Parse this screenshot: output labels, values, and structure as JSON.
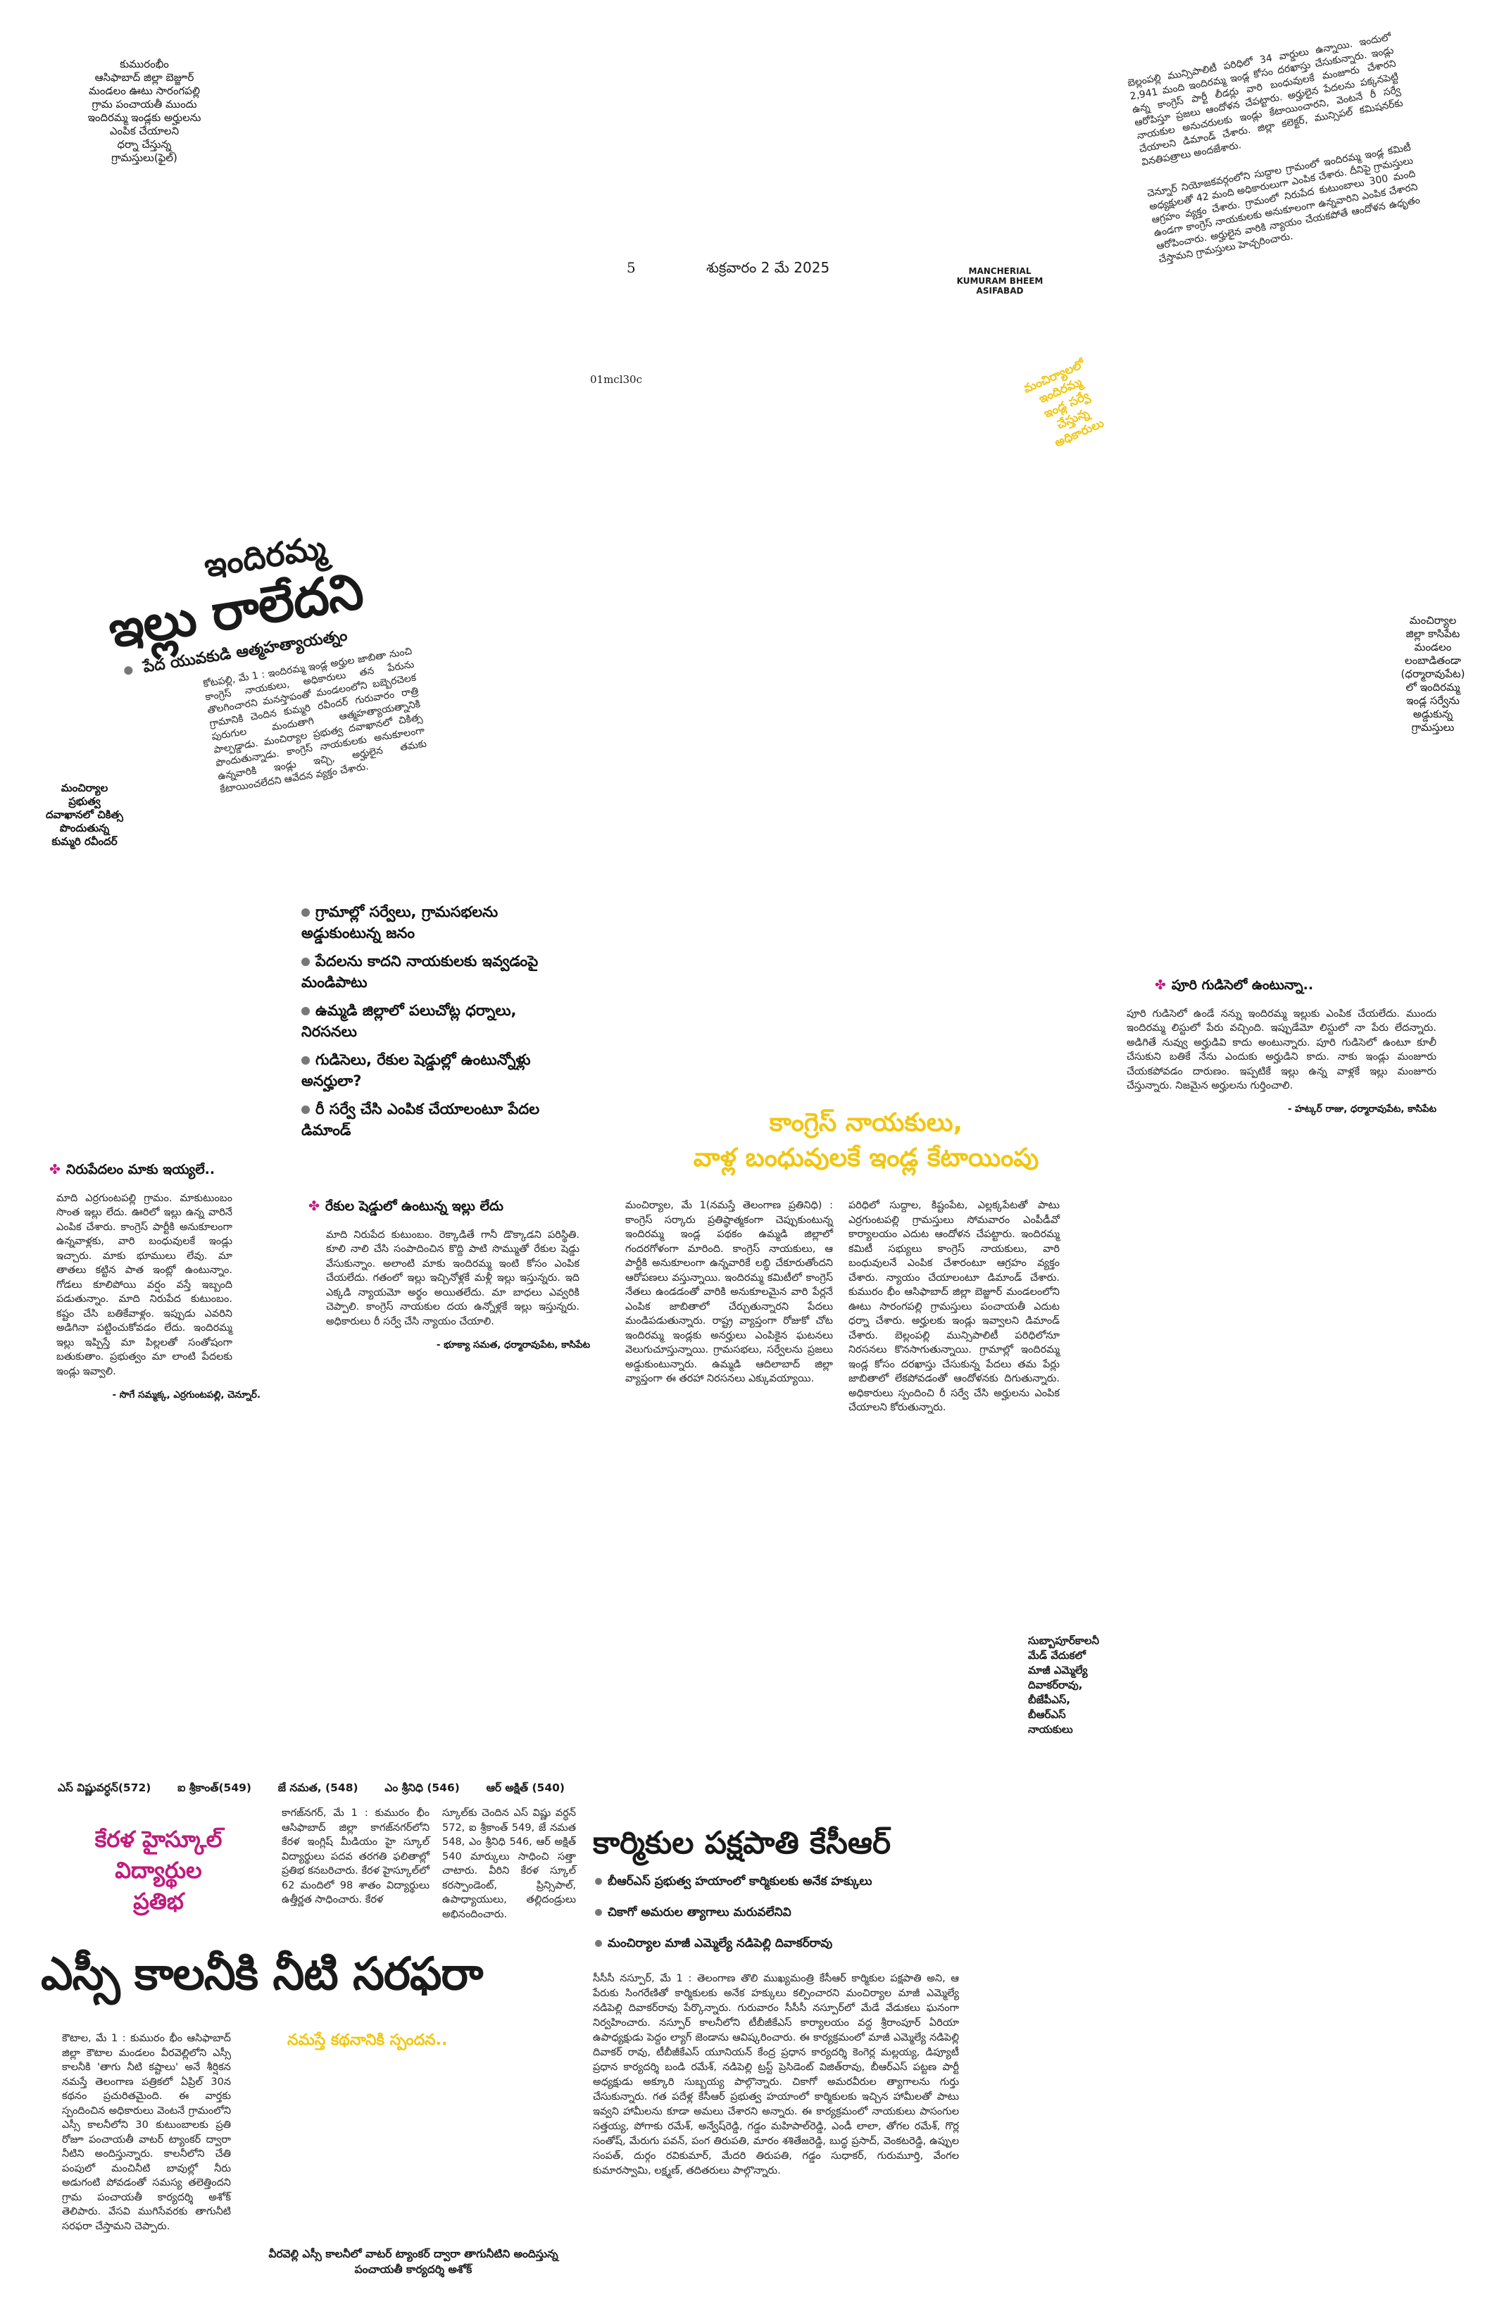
{
  "masthead": {
    "page_number": "5",
    "date": "శుక్రవారం 2 మే 2025",
    "edition": [
      "MANCHERIAL",
      "KUMURAM BHEEM",
      "ASIFABAD"
    ],
    "code": "01mcl30c"
  },
  "photo_captions": {
    "top_left": [
      "కుమురంభీం",
      "ఆసిఫాబాద్ జిల్లా బెజ్జూర్",
      "మండలం ఊటు సారంగపల్లి",
      "గ్రామ పంచాయతీ ముందు",
      "ఇందిరమ్మ ఇండ్లకు అర్హులను",
      "ఎంపిక చేయాలని",
      "ధర్నా చేస్తున్న",
      "గ్రామస్తులు(ఫైల్)"
    ],
    "left_mid": [
      "మంచిర్యాల",
      "ప్రభుత్వ",
      "దవాఖానలో చికిత్స",
      "పొందుతున్న",
      "కుమ్మరి రవీందర్"
    ],
    "right_top": [
      "మంచిర్యాల",
      "జిల్లా కాసిపేట",
      "మండలం",
      "లంబాడితండా",
      "(ధర్మారావుపేట)",
      "లో ఇందిరమ్మ",
      "ఇండ్ల సర్వేను",
      "అడ్డుకున్న",
      "గ్రామస్తులు"
    ],
    "right_bottom": [
      "సుబ్బాపూర్‌కాలనీ",
      "మేడ్ వేదుకలో",
      "మాజీ ఎమ్మెల్యే",
      "దివాకర్‌రావు,",
      "బీజేపీఎస్,",
      "బీఆర్ఎస్",
      "నాయకులు"
    ],
    "yellow_stamp": [
      "మంచిర్యాలలో",
      "ఇందిరమ్మ",
      "ఇండ్ల సర్వే",
      "చేస్తున్న",
      "అధికారులు"
    ]
  },
  "lead_story": {
    "kicker": "ఇందిరమ్మ",
    "headline": "ఇల్లు రాలేదని",
    "subhead": "పేద యువకుడి ఆత్మహత్యాయత్నం",
    "body": "కోటపల్లి, మే 1 : ఇందిరమ్మ ఇండ్ల అర్హుల జాబితా నుంచి కాంగ్రెస్ నాయకులు, అధికారులు తన పేరును తొలగించారని మనస్తాపంతో మండలంలోని బబ్బెరచెలక గ్రామానికి చెందిన కుమ్మరి రవీందర్ గురువారం రాత్రి పురుగుల మందుతాగి ఆత్మహత్యాయత్నానికి పాల్పడ్డాడు. మంచిర్యాల ప్రభుత్వ దవాఖానలో చికిత్స పొందుతున్నాడు. కాంగ్రెస్ నాయకులకు అనుకూలంగా ఉన్నవారికి ఇండ్లు ఇచ్చి, అర్హులైన తమకు కేటాయించలేదని ఆవేదన వ్యక్తం చేశారు."
  },
  "points": [
    "గ్రామాల్లో సర్వేలు, గ్రామసభలను అడ్డుకుంటున్న జనం",
    "పేదలను కాదని నాయకులకు ఇవ్వడంపై మండిపాటు",
    "ఉమ్మడి జిల్లాలో పలుచోట్ల ధర్నాలు, నిరసనలు",
    "గుడిసెలు, రేకుల షెడ్డుల్లో ఉంటున్నోళ్లు అనర్హులా?",
    "రీ సర్వే చేసి ఎంపిక చేయాలంటూ పేదల డిమాండ్"
  ],
  "right_story": {
    "para1": "బెల్లంపల్లి మున్సిపాలిటీ పరిధిలో 34 వార్డులు ఉన్నాయి. ఇందులో 2,941 మంది ఇందిరమ్మ ఇండ్ల కోసం దరఖాస్తు చేసుకున్నారు. ఇండ్లు ఉన్న కాంగ్రెస్ పార్టీ లీడర్లు వారి బంధువులకే మంజూరు చేశారని ఆరోపిస్తూ ప్రజలు ఆందోళన చేపట్టారు. అర్హులైన పేదలను పక్కనపెట్టి నాయకుల అనుచరులకు ఇండ్లు కేటాయించారని, వెంటనే రీ సర్వే చేయాలని డిమాండ్ చేశారు. జిల్లా కలెక్టర్, మున్సిపల్ కమిషనర్‌కు వినతిపత్రాలు అందజేశారు.",
    "para2": "చెన్నూర్ నియోజకవర్గంలోని సుద్దాల గ్రామంలో ఇందిరమ్మ ఇండ్ల కమిటీ అధ్యక్షులతో 42 మంది అధికారులుగా ఎంపిక చేశారు. దీనిపై గ్రామస్తులు ఆగ్రహం వ్యక్తం చేశారు. గ్రామంలో నిరుపేద కుటుంబాలు 300 మంది ఉండగా కాంగ్రెస్ నాయకులకు అనుకూలంగా ఉన్నవారిని ఎంపిక చేశారని ఆరోపించారు. అర్హులైన వారికి న్యాయం చేయకపోతే ఆందోళన ఉధృతం చేస్తామని గ్రామస్తులు హెచ్చరించారు."
  },
  "box_left": {
    "title": "నిరుపేదలం మాకు ఇయ్యలే..",
    "body": "మాది ఎర్రగుంటపల్లి గ్రామం. మాకుటుంబం సొంత ఇల్లు లేదు. ఊరిలో ఇల్లు ఉన్న వారినే ఎంపిక చేశారు. కాంగ్రెస్ పార్టీకి అనుకూలంగా ఉన్నవాళ్లకు, వారి బంధువులకే ఇండ్లు ఇచ్చారు. మాకు భూములు లేవు. మా తాతలు కట్టిన పాత ఇంట్లో ఉంటున్నాం. గోడలు కూలిపోయి వర్షం వస్తే ఇబ్బంది పడుతున్నాం. మాది నిరుపేద కుటుంబం. కష్టం చేసి బతికేవాళ్లం. ఇప్పుడు ఎవరిని అడిగినా పట్టించుకోవడం లేదు. ఇందిరమ్మ ఇల్లు ఇప్పిస్తే మా పిల్లలతో సంతోషంగా బతుకుతాం. ప్రభుత్వం మా లాంటి పేదలకు ఇండ్లు ఇవ్వాలి.",
    "signature": "- సొగే సమ్మక్క, ఎర్రగుంటపల్లి, చెన్నూర్."
  },
  "box_mid": {
    "title": "రేకుల షెడ్డులో ఉంటున్న ఇల్లు లేదు",
    "body": "మాది నిరుపేద కుటుంబం. రెక్కాడితే గానీ డొక్కాడని పరిస్థితి. కూలి నాలి చేసి సంపాదించిన కొద్ది పాటి సొమ్ముతో రేకుల షెడ్డు వేసుకున్నాం. అలాంటి మాకు ఇందిరమ్మ ఇంటి కోసం ఎంపిక చేయలేదు. గతంలో ఇల్లు ఇచ్చినోళ్లకే మళ్లీ ఇల్లు ఇస్తున్నరు. ఇది ఎక్కడి న్యాయమో అర్థం అయితలేదు. మా బాధలు ఎవ్వరికి చెప్పాలి. కాంగ్రెస్ నాయకుల దయ ఉన్నోళ్లకే ఇల్లు ఇస్తున్నరు. అధికారులు రీ సర్వే చేసి న్యాయం చేయాలి.",
    "signature": "- భూక్యా సమత, ధర్మారావుపేట, కాసిపేట"
  },
  "box_right": {
    "title": "పూరి గుడిసెలో ఉంటున్నా..",
    "body": "పూరి గుడిసెలో ఉండే నన్ను ఇందిరమ్మ ఇల్లుకు ఎంపిక చేయలేదు. ముందు ఇందిరమ్మ లిస్టులో పేరు వచ్చింది. ఇప్పుడేమో లిస్టులో నా పేరు లేదన్నారు. అడిగితే నువ్వు అర్హుడివి కాదు అంటున్నారు. పూరి గుడిసెలో ఉంటూ కూలీ చేసుకుని బతికే నేను ఎందుకు అర్హుడిని కాదు. నాకు ఇండ్లు మంజూరు చేయకపోవడం దారుణం. ఇప్పటికే ఇల్లు ఉన్న వాళ్లకే ఇల్లు మంజూరు చేస్తున్నారు. నిజమైన అర్హులను గుర్తించాలి.",
    "signature": "- హట్కర్ రాజు, ధర్మారావుపేట, కాసిపేట"
  },
  "center_story": {
    "headline_line1": "కాంగ్రెస్ నాయకులు,",
    "headline_line2": "వాళ్ల బంధువులకే ఇండ్ల కేటాయింపు",
    "col1": "మంచిర్యాల, మే 1(నమస్తే తెలంగాణ ప్రతినిధి) : కాంగ్రెస్ సర్కారు ప్రతిష్ఠాత్మకంగా చెప్పుకుంటున్న ఇందిరమ్మ ఇండ్ల పథకం ఉమ్మడి జిల్లాలో గందరగోళంగా మారింది. కాంగ్రెస్ నాయకులు, ఆ పార్టీకి అనుకూలంగా ఉన్నవారికే లబ్ధి చేకూరుతోందని ఆరోపణలు వస్తున్నాయి. ఇందిరమ్మ కమిటీలో కాంగ్రెస్ నేతలు ఉండడంతో వారికి అనుకూలమైన వారి పేర్లనే ఎంపిక జాబితాలో చేర్చుతున్నారని పేదలు మండిపడుతున్నారు. రాష్ట్ర వ్యాప్తంగా రోజుకో చోట ఇందిరమ్మ ఇండ్లకు అనర్హులు ఎంపికైన ఘటనలు వెలుగుచూస్తున్నాయి. గ్రామసభలు, సర్వేలను ప్రజలు అడ్డుకుంటున్నారు. ఉమ్మడి ఆదిలాబాద్ జిల్లా వ్యాప్తంగా ఈ తరహా నిరసనలు ఎక్కువయ్యాయి.",
    "col2": "పరిధిలో సుద్దాల, కిష్టంపేట, ఎల్లక్కపేటతో పాటు ఎర్రగుంటపల్లి గ్రామస్తులు సోమవారం ఎంపీడీవో కార్యాలయం ఎదుట ఆందోళన చేపట్టారు. ఇందిరమ్మ కమిటీ సభ్యులు కాంగ్రెస్ నాయకులు, వారి బంధువులనే ఎంపిక చేశారంటూ ఆగ్రహం వ్యక్తం చేశారు. న్యాయం చేయాలంటూ డిమాండ్ చేశారు. కుమురం భీం ఆసిఫాబాద్ జిల్లా బెజ్జూర్ మండలంలోని ఊటు సారంగపల్లి గ్రామస్తులు పంచాయతీ ఎదుట ధర్నా చేశారు. అర్హులకు ఇండ్లు ఇవ్వాలని డిమాండ్ చేశారు. బెల్లంపల్లి మున్సిపాలిటీ పరిధిలోనూ నిరసనలు కొనసాగుతున్నాయి. గ్రామాల్లో ఇందిరమ్మ ఇండ్ల కోసం దరఖాస్తు చేసుకున్న పేదలు తమ పేర్లు జాబితాలో లేకపోవడంతో ఆందోళనకు దిగుతున్నారు. అధికారులు స్పందించి రీ సర్వే చేసి అర్హులను ఎంపిక చేయాలని కోరుతున్నారు."
  },
  "kerala_story": {
    "toppers": [
      "ఎస్ విష్ణువర్ధన్(572)",
      "ఐ శ్రీకాంత్(549)",
      "జే నమత, (548)",
      "ఎం శ్రీనిధి (546)",
      "ఆర్ అక్షిత్ (540)"
    ],
    "kicker_line1": "కేరళ హైస్కూల్",
    "kicker_line2": "విద్యార్థుల",
    "kicker_line3": "ప్రతిభ",
    "col1": "కాగజ్‌నగర్, మే 1 : కుమురం భీం ఆసిఫాబాద్ జిల్లా కాగజ్‌నగర్‌లోని కేరళ ఇంగ్లిష్ మీడియం హై స్కూల్ విద్యార్థులు పదవ తరగతి ఫలితాల్లో ప్రతిభ కనబరిచారు. కేరళ హైస్కూల్‌లో 62 మందిలో 98 శాతం విద్యార్థులు ఉత్తీర్ణత సాధించారు. కేరళ",
    "col2": "స్కూల్‌కు చెందిన ఎస్ విష్ణు వర్ధన్ 572, ఐ శ్రీకాంత్ 549, జే నమత 548, ఎం శ్రీనిధి 546, ఆర్ అక్షిత్ 540 మార్కులు సాధించి సత్తా చాటారు. వీరిని కేరళ స్కూల్ కరస్పాండెంట్, ప్రిన్సిపాల్, ఉపాధ్యాయులు, తల్లిదండ్రులు అభినందించారు."
  },
  "sc_story": {
    "headline": "ఎస్సీ కాలనీకి నీటి సరఫరా",
    "tagline": "నమస్తే కథనానికి స్పందన..",
    "body": "కౌటాల, మే 1 : కుమురం భీం ఆసిఫాబాద్ జిల్లా కౌటాల మండలం వీరవెల్లిలోని ఎస్సీ కాలనీకి 'తాగు నీటి కష్టాలు' అనే శీర్షికన నమస్తే తెలంగాణ పత్రికలో ఏప్రిల్ 30న కథనం ప్రచురితమైంది. ఈ వార్తకు స్పందించిన అధికారులు వెంటనే గ్రామంలోని ఎస్సీ కాలనీలోని 30 కుటుంబాలకు ప్రతి రోజూ పంచాయతీ వాటర్ ట్యాంకర్ ద్వారా నీటిని అందిస్తున్నారు. కాలనీలోని చేతి పంపులో మంచినీటి బావుల్లో నీరు అడుగంటి పోవడంతో సమస్య తలెత్తిందని గ్రామ పంచాయతీ కార్యదర్శి అశోక్ తెలిపారు. వేసవి ముగిసేవరకు తాగునీటి సరఫరా చేస్తామని చెప్పారు.",
    "photo_caption_line1": "వీరవెల్లి ఎస్సీ కాలనీలో వాటర్ ట్యాంకర్ ద్వారా తాగునీటిని అందిస్తున్న",
    "photo_caption_line2": "పంచాయతీ కార్యదర్శి అశోక్"
  },
  "kcr_story": {
    "headline": "కార్మికుల పక్షపాతి కేసీఆర్",
    "bullets": [
      "బీఆర్ఎస్ ప్రభుత్వ హయాంలో కార్మికులకు అనేక హక్కులు",
      "చికాగో అమరుల త్యాగాలు మరువలేనివి",
      "మంచిర్యాల మాజీ ఎమ్మెల్యే నడిపెల్లి దివాకర్‌రావు"
    ],
    "body": "సీసీసీ నస్పూర్, మే 1 : తెలంగాణ తొలి ముఖ్యమంత్రి కేసీఆర్ కార్మికుల పక్షపాతి అని, ఆ పేరుకు సింగరేణితో కార్మికులకు అనేక హక్కులు కల్పించారని మంచిర్యాల మాజీ ఎమ్మెల్యే నడిపెల్లి దివాకర్‌రావు పేర్కొన్నారు. గురువారం సీసీసీ నస్పూర్‌లో మేడే వేడుకలు ఘనంగా నిర్వహించారు. నస్పూర్ కాలనీలోని టీబీజీకేఎస్ కార్యాలయం వద్ద శ్రీరాంపూర్ ఏరియా ఉపాధ్యక్షుడు పెద్దం ల్యాగ్ జెండాను ఆవిష్కరించారు. ఈ కార్యక్రమంలో మాజీ ఎమ్మెల్యే నడిపెల్లి దివాకర్ రావు, టీబీజీకేఎస్ యూనియన్ కేంద్ర ప్రధాన కార్యదర్శి కెంగెర్ల మల్లయ్య, డిప్యూటీ ప్రధాన కార్యదర్శి బండి రమేశ్, నడిపెల్లి ట్రస్ట్ ప్రెసిడెంట్ విజిత్‌రావు, బీఆర్ఎస్ పట్టణ పార్టీ అధ్యక్షుడు అక్కూరి సుబ్బయ్య పాల్గొన్నారు. చికాగో అమరవీరుల త్యాగాలను గుర్తు చేసుకున్నారు. గత పదేళ్ల కేసీఆర్ ప్రభుత్వ హయాంలో కార్మికులకు ఇచ్చిన హామీలతో పాటు ఇవ్వని హామీలను కూడా అమలు చేశారని అన్నారు. ఈ కార్యక్రమంలో నాయకులు పాసంగుల సత్తయ్య, పోగాకు రమేశ్, అన్వేష్‌రెడ్డి, గడ్డం మహిపాల్‌రెడ్డి, ఎండీ లాలా, తోగల రమేశ్, గొర్ల సంతోష్, మేరుగు పవన్, పంగ తిరుపతి, మారం శశితేజరెడ్డి, బుద్ధ ప్రసాద్, వెంకటరెడ్డి, ఉప్పుల సంపత్, దుర్గం రవికుమార్, మేదరి తిరుపతి, గడ్డం సుధాకర్, గురుమూర్తి, వేంగల కుమారస్వామి, లక్ష్మణ్, తదితరులు పాల్గొన్నారు."
  },
  "colors": {
    "headline_accent": "#c2197d",
    "yellow": "#f2c60f",
    "dark": "#111111"
  }
}
